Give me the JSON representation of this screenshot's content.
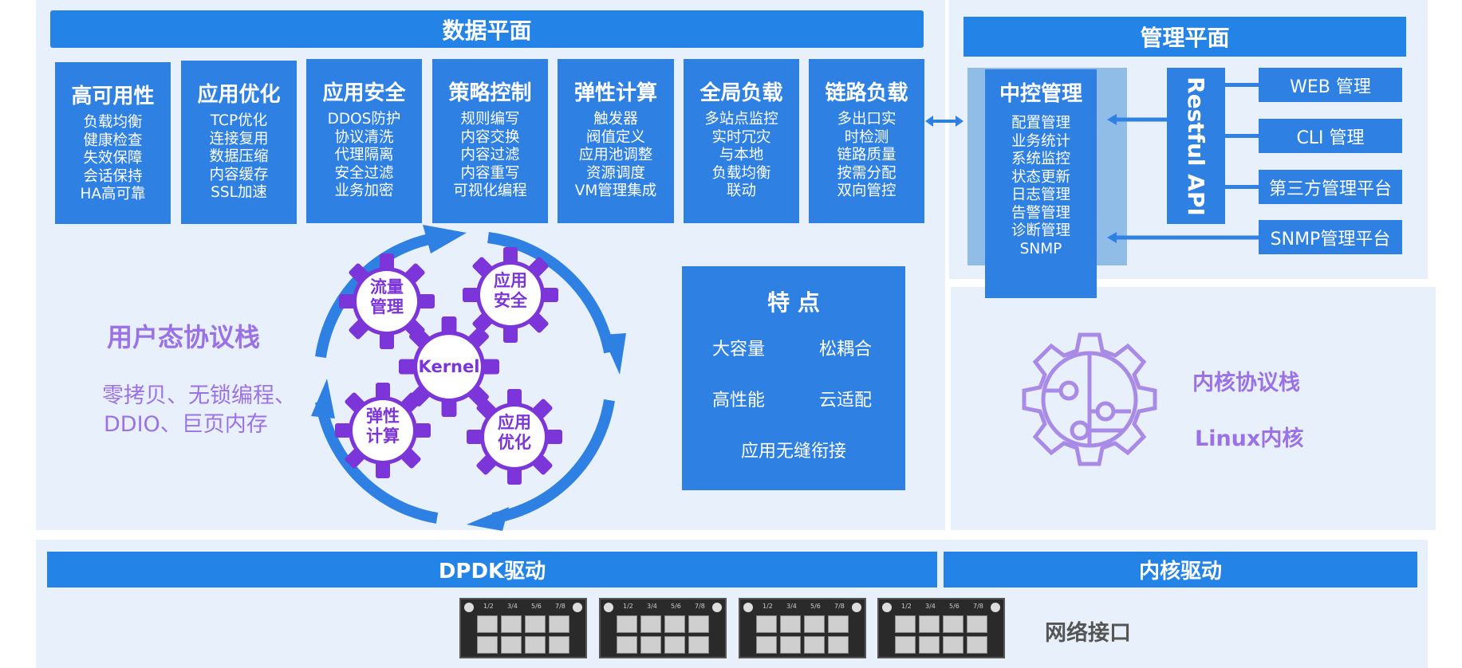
{
  "colors": {
    "primary_blue": "#2483e6",
    "box_blue": "#2f80e3",
    "panel_bg": "#e8f1fb",
    "purple": "#9b72e6",
    "gear_purple": "#7b35d8"
  },
  "data_plane": {
    "title": "数据平面"
  },
  "features": [
    {
      "title": "高可用性",
      "items": [
        "负载均衡",
        "健康检查",
        "失效保障",
        "会话保持",
        "HA高可靠"
      ]
    },
    {
      "title": "应用优化",
      "items": [
        "TCP优化",
        "连接复用",
        "数据压缩",
        "内容缓存",
        "SSL加速"
      ]
    },
    {
      "title": "应用安全",
      "items": [
        "DDOS防护",
        "协议清洗",
        "代理隔离",
        "安全过滤",
        "业务加密"
      ]
    },
    {
      "title": "策略控制",
      "items": [
        "规则编写",
        "内容交换",
        "内容过滤",
        "内容重写",
        "可视化编程"
      ]
    },
    {
      "title": "弹性计算",
      "items": [
        "触发器",
        "阀值定义",
        "应用池调整",
        "资源调度",
        "VM管理集成"
      ]
    },
    {
      "title": "全局负载",
      "items": [
        "多站点监控",
        "实时冗灾",
        "与本地",
        "负载均衡",
        "联动"
      ]
    },
    {
      "title": "链路负载",
      "items": [
        "多出口实",
        "时检测",
        "链路质量",
        "按需分配",
        "双向管控"
      ]
    }
  ],
  "user_stack": {
    "title": "用户态协议栈",
    "desc_line1": "零拷贝、无锁编程、",
    "desc_line2": "DDIO、巨页内存"
  },
  "gears": {
    "kernel": "Kernel",
    "g1": [
      "流量",
      "管理"
    ],
    "g2": [
      "应用",
      "安全"
    ],
    "g3": [
      "弹性",
      "计算"
    ],
    "g4": [
      "应用",
      "优化"
    ]
  },
  "traits": {
    "title": "特 点",
    "items": [
      "大容量",
      "松耦合",
      "高性能",
      "云适配",
      "应用无缝衔接"
    ]
  },
  "mgmt_plane": {
    "title": "管理平面"
  },
  "central": {
    "title": "中控管理",
    "items": [
      "配置管理",
      "业务统计",
      "系统监控",
      "状态更新",
      "日志管理",
      "告警管理",
      "诊断管理",
      "SNMP"
    ]
  },
  "restful": "Restful API",
  "mgmt_items": [
    "WEB 管理",
    "CLI 管理",
    "第三方管理平台",
    "SNMP管理平台"
  ],
  "kernel_stack": {
    "line1": "内核协议栈",
    "line2": "Linux内核"
  },
  "drivers": {
    "dpdk": "DPDK驱动",
    "kernel": "内核驱动"
  },
  "nic": {
    "label": "网络接口",
    "port_labels": [
      "1/2",
      "3/4",
      "5/6",
      "7/8"
    ]
  }
}
